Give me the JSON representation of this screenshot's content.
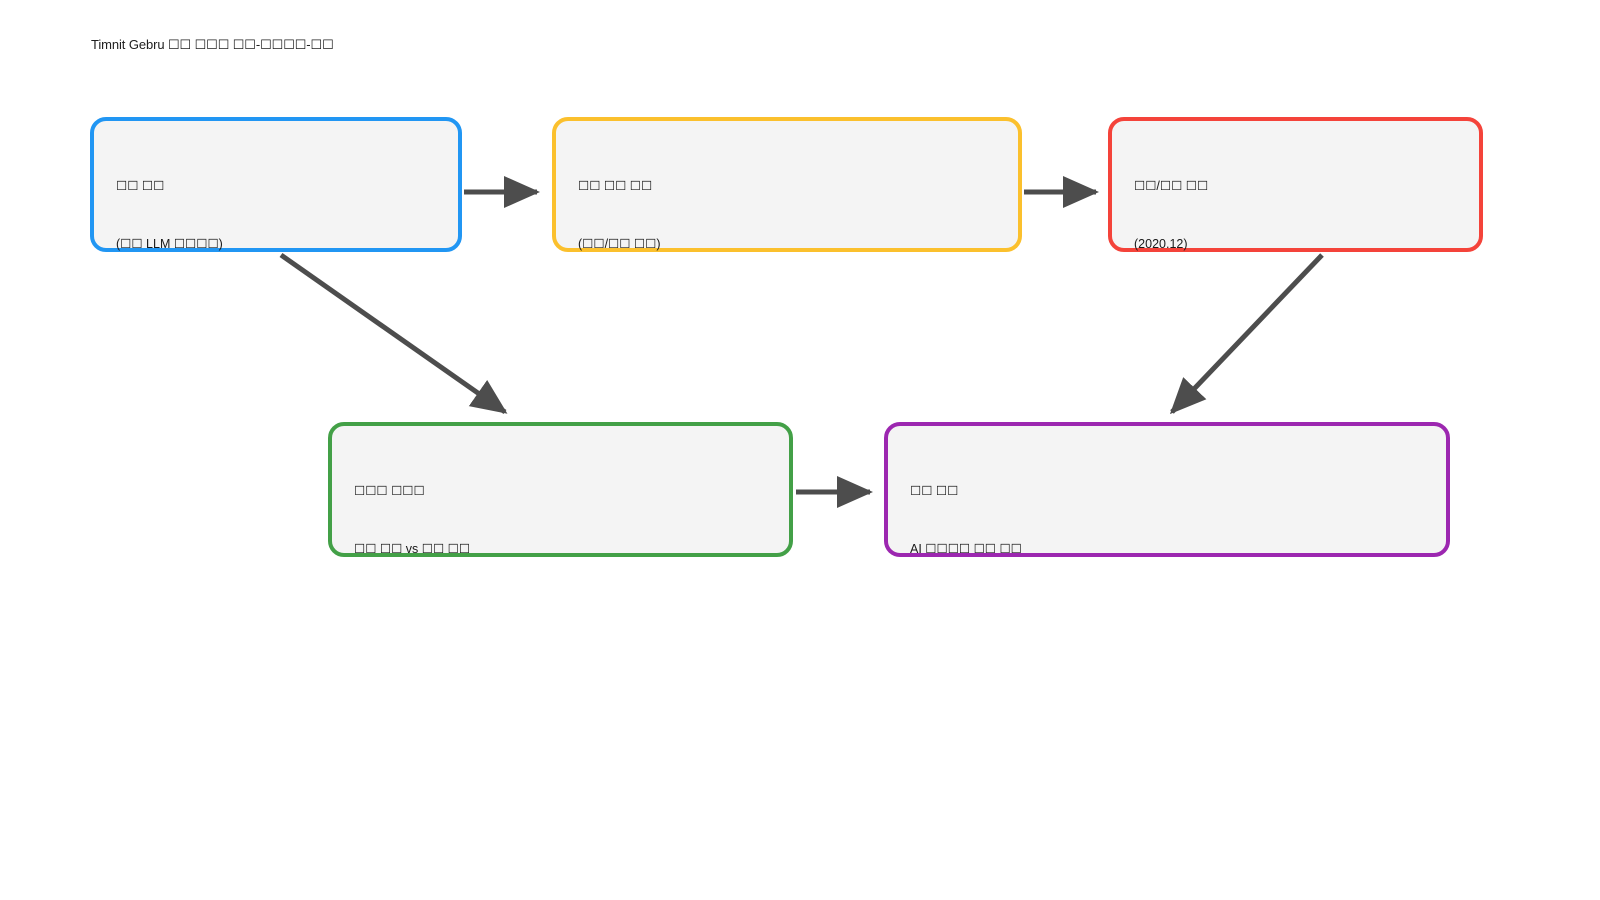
{
  "document": {
    "title": "Timnit Gebru ☐☐ ☐☐☐ ☐☐-☐☐☐☐-☐☐",
    "background_color": "#ffffff"
  },
  "diagram": {
    "type": "flowchart",
    "node_fill": "#f4f4f4",
    "arrow_color": "#4d4d4d",
    "nodes": [
      {
        "id": "origin",
        "accent_color": "#2196f3",
        "line1": "☐☐ ☐☐",
        "line2": "(☐☐ LLM ☐☐☐☐)"
      },
      {
        "id": "process",
        "accent_color": "#fbc02d",
        "line1": "☐☐ ☐☐ ☐☐",
        "line2": "(☐☐/☐☐ ☐☐)"
      },
      {
        "id": "event",
        "accent_color": "#f4433a",
        "line1": "☐☐/☐☐ ☐☐",
        "line2": "(2020.12)"
      },
      {
        "id": "debate",
        "accent_color": "#43a047",
        "line1": "☐☐☐ ☐☐☐",
        "line2": "☐☐ ☐☐ vs ☐☐ ☐☐"
      },
      {
        "id": "impact",
        "accent_color": "#9c27b0",
        "line1": "☐☐ ☐☐",
        "line2": "AI ☐☐☐☐ ☐☐ ☐☐"
      }
    ],
    "edges": [
      {
        "id": "origin-to-process",
        "from": "origin",
        "to": "process",
        "direction": "right"
      },
      {
        "id": "process-to-event",
        "from": "process",
        "to": "event",
        "direction": "right"
      },
      {
        "id": "origin-to-debate",
        "from": "origin",
        "to": "debate",
        "direction": "down-right"
      },
      {
        "id": "event-to-impact",
        "from": "event",
        "to": "impact",
        "direction": "down-left"
      },
      {
        "id": "debate-to-impact",
        "from": "debate",
        "to": "impact",
        "direction": "right"
      }
    ]
  }
}
